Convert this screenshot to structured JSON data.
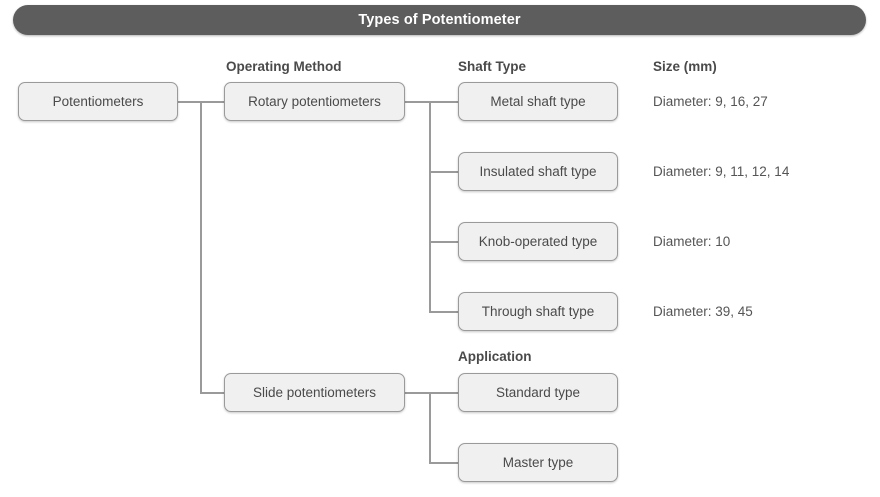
{
  "diagram": {
    "title": "Types of Potentiometer",
    "title_bar_color": "#5d5d5d",
    "box_fill_color": "#f0f0f0",
    "box_border_color": "#9a9a9a",
    "connector_color": "#9a9a9a",
    "text_color": "#4a4a4a",
    "background_color": "#ffffff"
  },
  "columns": [
    {
      "key": "operating_method",
      "label": "Operating Method"
    },
    {
      "key": "shaft_type",
      "label": "Shaft Type"
    },
    {
      "key": "size",
      "label": "Size (mm)"
    },
    {
      "key": "application",
      "label": "Application"
    }
  ],
  "root": {
    "label": "Potentiometers"
  },
  "branches": [
    {
      "label": "Rotary potentiometers",
      "child_column": "Shaft Type",
      "children": [
        {
          "label": "Metal shaft type",
          "size": "Diameter: 9, 16, 27"
        },
        {
          "label": "Insulated shaft type",
          "size": "Diameter: 9, 11, 12, 14"
        },
        {
          "label": "Knob-operated type",
          "size": "Diameter: 10"
        },
        {
          "label": "Through shaft type",
          "size": "Diameter: 39, 45"
        }
      ]
    },
    {
      "label": "Slide potentiometers",
      "child_column": "Application",
      "children": [
        {
          "label": "Standard type",
          "size": ""
        },
        {
          "label": "Master type",
          "size": ""
        }
      ]
    }
  ]
}
